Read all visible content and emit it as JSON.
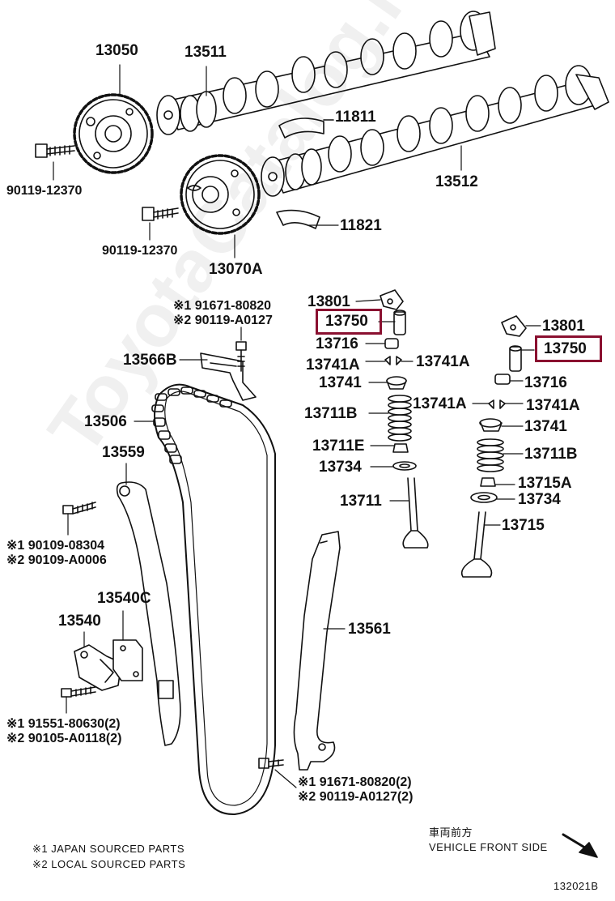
{
  "parts": {
    "p13050": "13050",
    "p13511": "13511",
    "p90119a": "90119-12370",
    "p11811": "11811",
    "p13512": "13512",
    "p90119b": "90119-12370",
    "p11821": "11821",
    "p13070A": "13070A",
    "p13801l": "13801",
    "p13750l": "13750",
    "p13716l": "13716",
    "p13741Al1": "13741A",
    "p13741Al2": "13741A",
    "p13741l": "13741",
    "p13711Bl": "13711B",
    "p13711E": "13711E",
    "p13734l": "13734",
    "p13711": "13711",
    "p13801r": "13801",
    "p13750r": "13750",
    "p13716r": "13716",
    "p13741Ar1": "13741A",
    "p13741Ar2": "13741A",
    "p13741r": "13741",
    "p13711Br": "13711B",
    "p13715A": "13715A",
    "p13734r": "13734",
    "p13715": "13715",
    "p191671a": "※1 91671-80820",
    "p290119a": "※2 90119-A0127",
    "p13566B": "13566B",
    "p13506": "13506",
    "p13559": "13559",
    "p190109": "※1 90109-08304",
    "p290109": "※2 90109-A0006",
    "p13540C": "13540C",
    "p13540": "13540",
    "p191551": "※1 91551-80630(2)",
    "p290105": "※2 90105-A0118(2)",
    "p13561": "13561",
    "p191671b": "※1 91671-80820(2)",
    "p290119b": "※2 90119-A0127(2)"
  },
  "notes": {
    "japan": "※1 JAPAN SOURCED PARTS",
    "local": "※2 LOCAL SOURCED PARTS",
    "front_jp": "車両前方",
    "front_en": "VEHICLE FRONT SIDE",
    "code": "132021B"
  },
  "watermark": "ToyotaCatalog.ru",
  "highlight_color": "#8a1030"
}
